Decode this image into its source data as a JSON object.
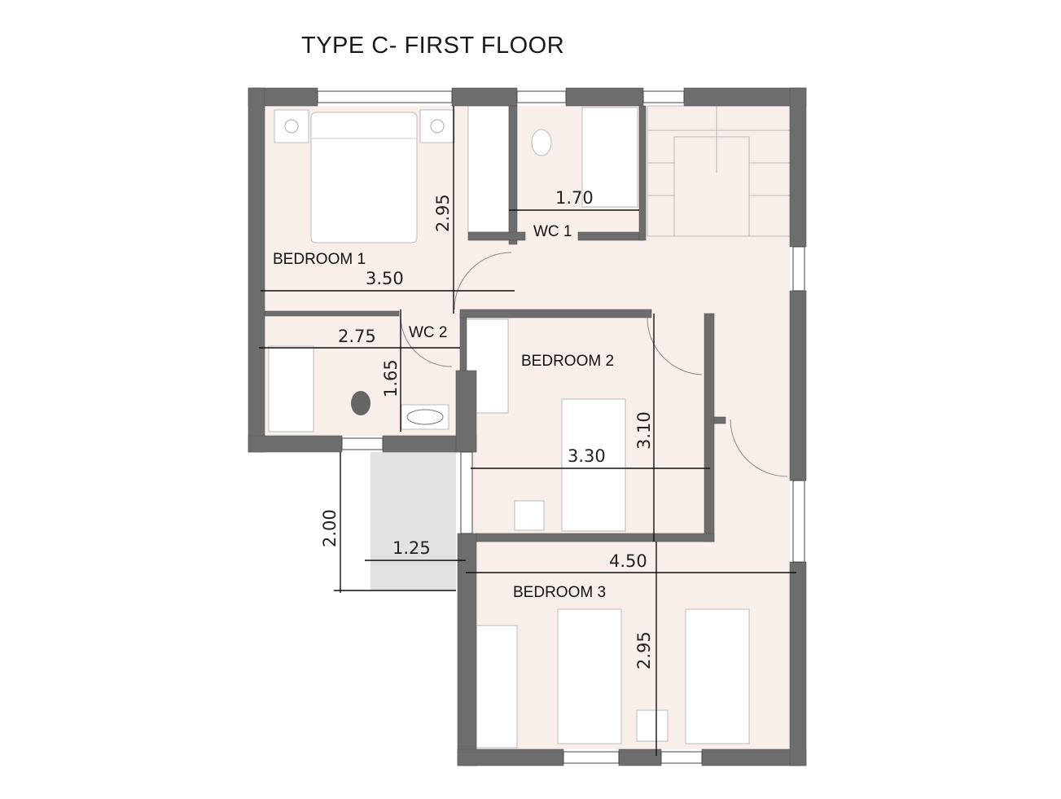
{
  "title": "TYPE C- FIRST FLOOR",
  "rooms": {
    "bedroom1": "BEDROOM 1",
    "bedroom2": "BEDROOM 2",
    "bedroom3": "BEDROOM 3",
    "wc1": "WC 1",
    "wc2": "WC 2"
  },
  "dimensions": {
    "bed1_height": "2.95",
    "bed1_width": "3.50",
    "wc1_width": "1.70",
    "wc2_width": "2.75",
    "wc2_height": "1.65",
    "bed2_width": "3.30",
    "bed2_height": "3.10",
    "balcony_height": "2.00",
    "balcony_width": "1.25",
    "bed3_width": "4.50",
    "bed3_height": "2.95"
  },
  "colors": {
    "wall": "#6d6d6d",
    "floor": "#f8eeea",
    "balcony": "#e2e2e2"
  }
}
